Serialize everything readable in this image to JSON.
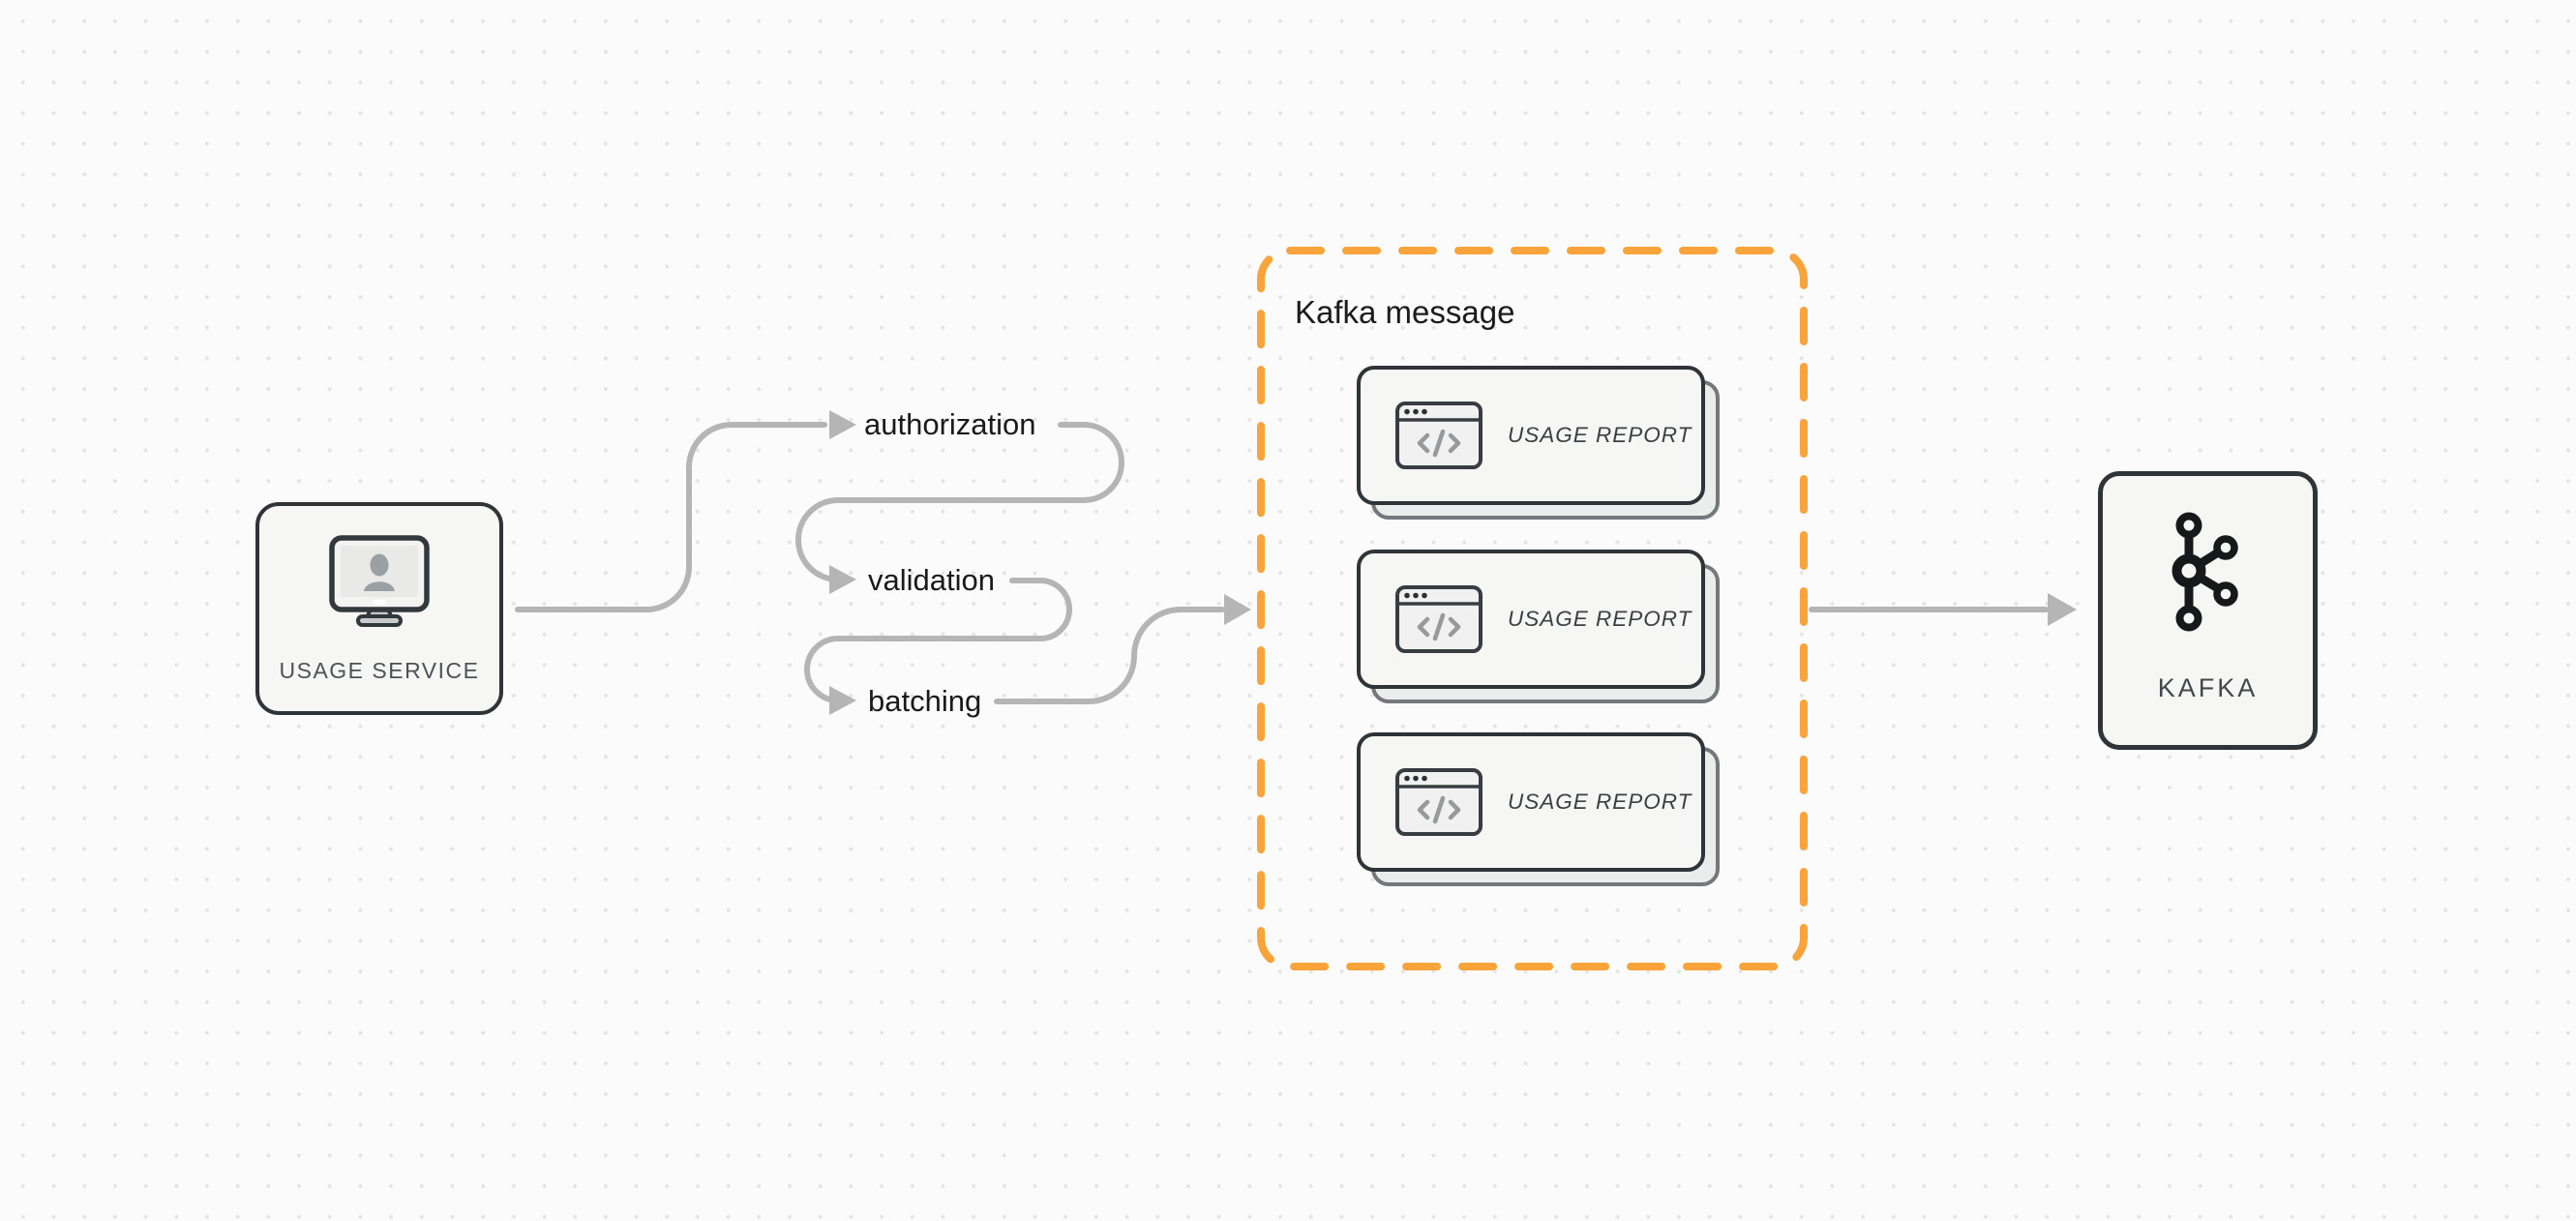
{
  "diagram": {
    "background": {
      "color": "#fbfbfb",
      "dot_color": "#e4e4e4"
    },
    "colors": {
      "accent_orange": "#f9a33b",
      "connector_gray": "#b5b5b5",
      "node_border": "#2f3438",
      "node_fill": "#f6f7f5"
    },
    "nodes": {
      "usage_service": {
        "label": "USAGE SERVICE",
        "icon": "monitor-user-icon"
      },
      "kafka": {
        "label": "KAFKA",
        "icon": "kafka-logo-icon"
      }
    },
    "steps": [
      {
        "label": "authorization"
      },
      {
        "label": "validation"
      },
      {
        "label": "batching"
      }
    ],
    "kafka_message_group": {
      "title": "Kafka message",
      "cards": [
        {
          "label": "USAGE REPORT",
          "icon": "code-window-icon"
        },
        {
          "label": "USAGE REPORT",
          "icon": "code-window-icon"
        },
        {
          "label": "USAGE REPORT",
          "icon": "code-window-icon"
        }
      ]
    }
  }
}
